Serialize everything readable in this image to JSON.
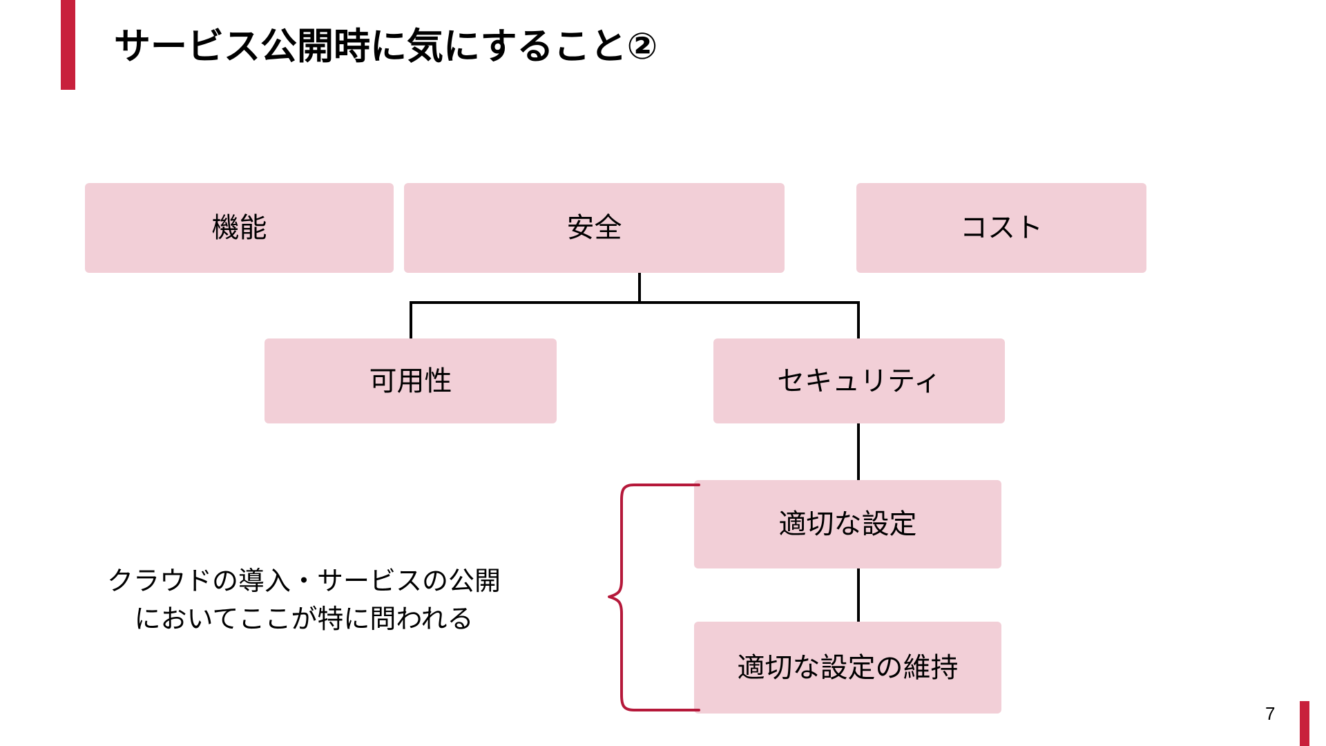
{
  "slide": {
    "title": "サービス公開時に気にすること②",
    "page_number": "7",
    "accent_color": "#C8203C",
    "box_fill_color": "#F2CFD7",
    "line_color": "#000000",
    "brace_color": "#B5183A",
    "background_color": "#FFFFFF"
  },
  "diagram": {
    "level1": [
      {
        "id": "kinou",
        "label": "機能"
      },
      {
        "id": "anzen",
        "label": "安全"
      },
      {
        "id": "cost",
        "label": "コスト"
      }
    ],
    "level2": [
      {
        "id": "kayousei",
        "label": "可用性"
      },
      {
        "id": "security",
        "label": "セキュリティ"
      }
    ],
    "level3": [
      {
        "id": "tekisetsu-na-settei",
        "label": "適切な設定"
      },
      {
        "id": "tekisetsu-na-settei-no-iji",
        "label": "適切な設定の維持"
      }
    ]
  },
  "annotation": {
    "line1": "クラウドの導入・サービスの公開",
    "line2": "においてここが特に問われる"
  }
}
